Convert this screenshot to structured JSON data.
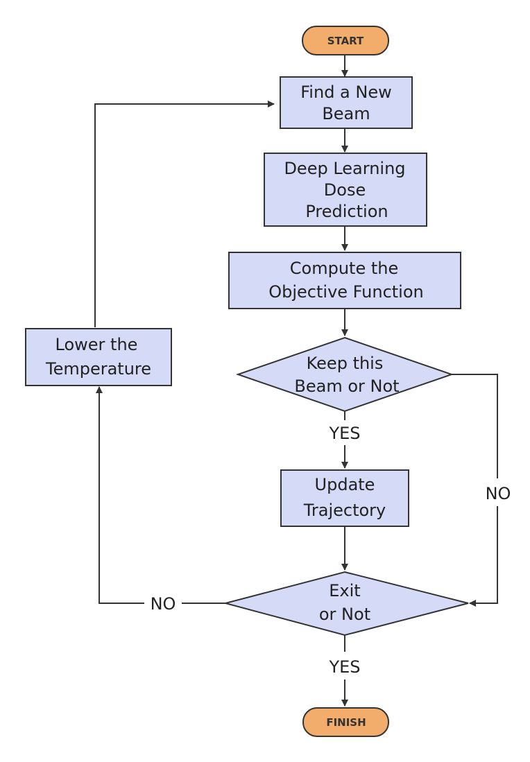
{
  "colors": {
    "terminal_fill": "#F2AC6B",
    "process_fill": "#D5DAF7",
    "stroke": "#333333",
    "text": "#222222"
  },
  "nodes": {
    "start": {
      "label": "START"
    },
    "find_beam": {
      "lines": [
        "Find a New",
        "Beam"
      ]
    },
    "dose_prediction": {
      "lines": [
        "Deep Learning",
        "Dose",
        "Prediction"
      ]
    },
    "objective": {
      "lines": [
        "Compute the",
        "Objective Function"
      ]
    },
    "keep_beam": {
      "lines": [
        "Keep this",
        "Beam or Not"
      ]
    },
    "update": {
      "lines": [
        "Update",
        "Trajectory"
      ]
    },
    "exit": {
      "lines": [
        "Exit",
        "or Not"
      ]
    },
    "finish": {
      "label": "FINISH"
    },
    "lower_temp": {
      "lines": [
        "Lower the",
        "Temperature"
      ]
    }
  },
  "edge_labels": {
    "keep_yes": "YES",
    "keep_no": "NO",
    "exit_yes": "YES",
    "exit_no": "NO"
  }
}
